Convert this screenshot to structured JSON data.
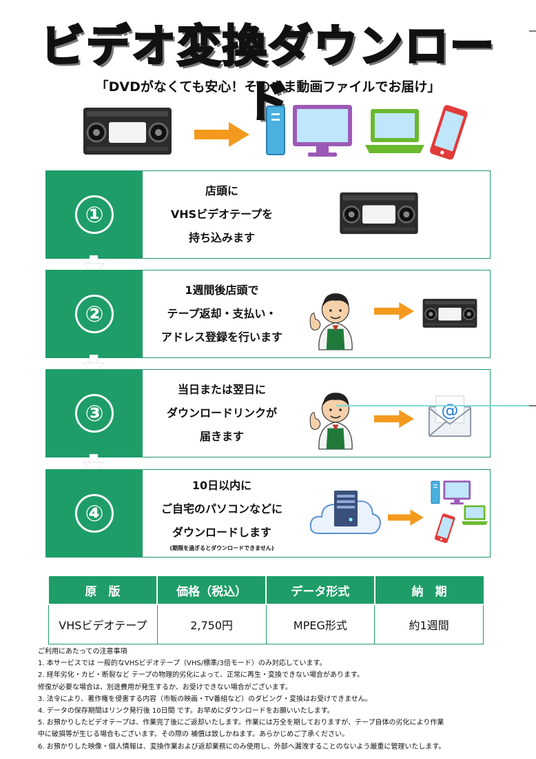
{
  "title": "ビデオ変換ダウンロード",
  "subtitle": "「DVDがなくても安心！そのまま動画ファイルでお届け」",
  "icons": {
    "hero": [
      "vhs-tape-icon",
      "orange-arrow-icon",
      "desktop-pc-icon",
      "laptop-icon",
      "smartphone-icon"
    ],
    "step_1": [
      "vhs-tape-icon"
    ],
    "step_2": [
      "staff-thumbs-up-icon",
      "orange-arrow-icon",
      "vhs-tape-icon"
    ],
    "step_3": [
      "staff-thumbs-up-icon",
      "orange-arrow-icon",
      "email-envelope-icon"
    ],
    "step_4": [
      "cloud-server-icon",
      "orange-arrow-icon",
      "devices-icon"
    ]
  },
  "colors": {
    "accent_green": "#1e9d68",
    "arrow_orange": "#f39a1e",
    "tape_black": "#2b2b2b"
  },
  "steps": [
    {
      "number": "①",
      "lines": [
        "店頭に",
        "VHSビデオテープを",
        "持ち込みます"
      ],
      "note": ""
    },
    {
      "number": "②",
      "lines": [
        "1週間後店頭で",
        "テープ返却・支払い・",
        "アドレス登録を行います"
      ],
      "note": ""
    },
    {
      "number": "③",
      "lines": [
        "当日または翌日に",
        "ダウンロードリンクが",
        "届きます"
      ],
      "note": ""
    },
    {
      "number": "④",
      "lines": [
        "10日以内に",
        "ご自宅のパソコンなどに",
        "ダウンロードします"
      ],
      "note": "(期限を過ぎるとダウンロードできません)"
    }
  ],
  "table": {
    "headers": [
      "原　版",
      "価格（税込）",
      "データ形式",
      "納　期"
    ],
    "row": [
      "VHSビデオテープ",
      "2,750円",
      "MPEG形式",
      "約1週間"
    ]
  },
  "notes": {
    "heading": "ご利用にあたっての注意事項",
    "lines": [
      "1. 本サービスでは 一般的なVHSビデオテープ（VHS/標準/3倍モード）のみ対応しています。",
      "2. 経年劣化・カビ・断裂など テープの物理的劣化によって、正常に再生・変換できない場合があります。",
      "修復が必要な場合は、別途費用が発生するか、お受けできない場合がございます。",
      "3. 法令により、著作権を侵害する内容（市販の映画・TV番組など）のダビング・変換はお受けできません。",
      "4. データの保存期間はリンク発行後 10日間 です。お早めにダウンロードをお願いいたします。",
      "5. お預かりしたビデオテープは、作業完了後にご返却いたします。作業には万全を期しておりますが、テープ自体の劣化により作業",
      "中に破損等が生じる場合もございます。その際の 補償は致しかねます。あらかじめご了承ください。",
      "6. お預かりした映像・個人情報は、変換作業および返却業務にのみ使用し、外部へ漏洩することのないよう厳重に管理いたします。"
    ]
  }
}
